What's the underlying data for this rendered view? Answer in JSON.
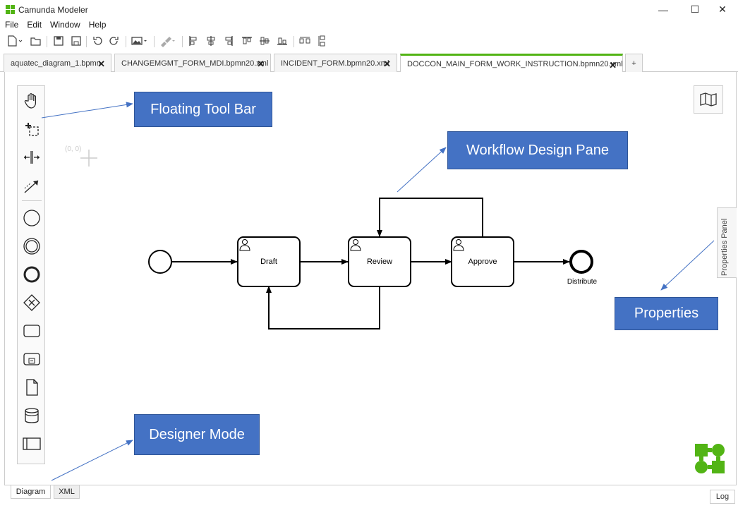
{
  "app": {
    "title": "Camunda Modeler"
  },
  "window_controls": {
    "minimize": "—",
    "maximize": "☐",
    "close": "✕"
  },
  "menu": [
    "File",
    "Edit",
    "Window",
    "Help"
  ],
  "tabs": [
    {
      "label": "aquatec_diagram_1.bpmn",
      "close": "✕"
    },
    {
      "label": "CHANGEMGMT_FORM_MDI.bpmn20.xml",
      "close": "✕"
    },
    {
      "label": "INCIDENT_FORM.bpmn20.xml",
      "close": "✕"
    },
    {
      "label": "DOCCON_MAIN_FORM_WORK_INSTRUCTION.bpmn20.xml",
      "close": "✕",
      "active": true
    }
  ],
  "add_tab_label": "+",
  "canvas": {
    "origin_label": "(0, 0)"
  },
  "diagram": {
    "tasks": [
      "Draft",
      "Review",
      "Approve"
    ],
    "end_event_label": "Distribute"
  },
  "properties_panel_label": "Properties Panel",
  "callouts": {
    "floating_tool_bar": "Floating Tool Bar",
    "workflow_design_pane": "Workflow Design Pane",
    "properties": "Properties",
    "designer_mode": "Designer Mode"
  },
  "bottom_tabs": {
    "diagram": "Diagram",
    "xml": "XML"
  },
  "log_label": "Log",
  "colors": {
    "accent_green": "#52b415",
    "callout_blue": "#4472c4",
    "arrow_blue": "#4472c4",
    "camunda_green": "#52b415"
  }
}
